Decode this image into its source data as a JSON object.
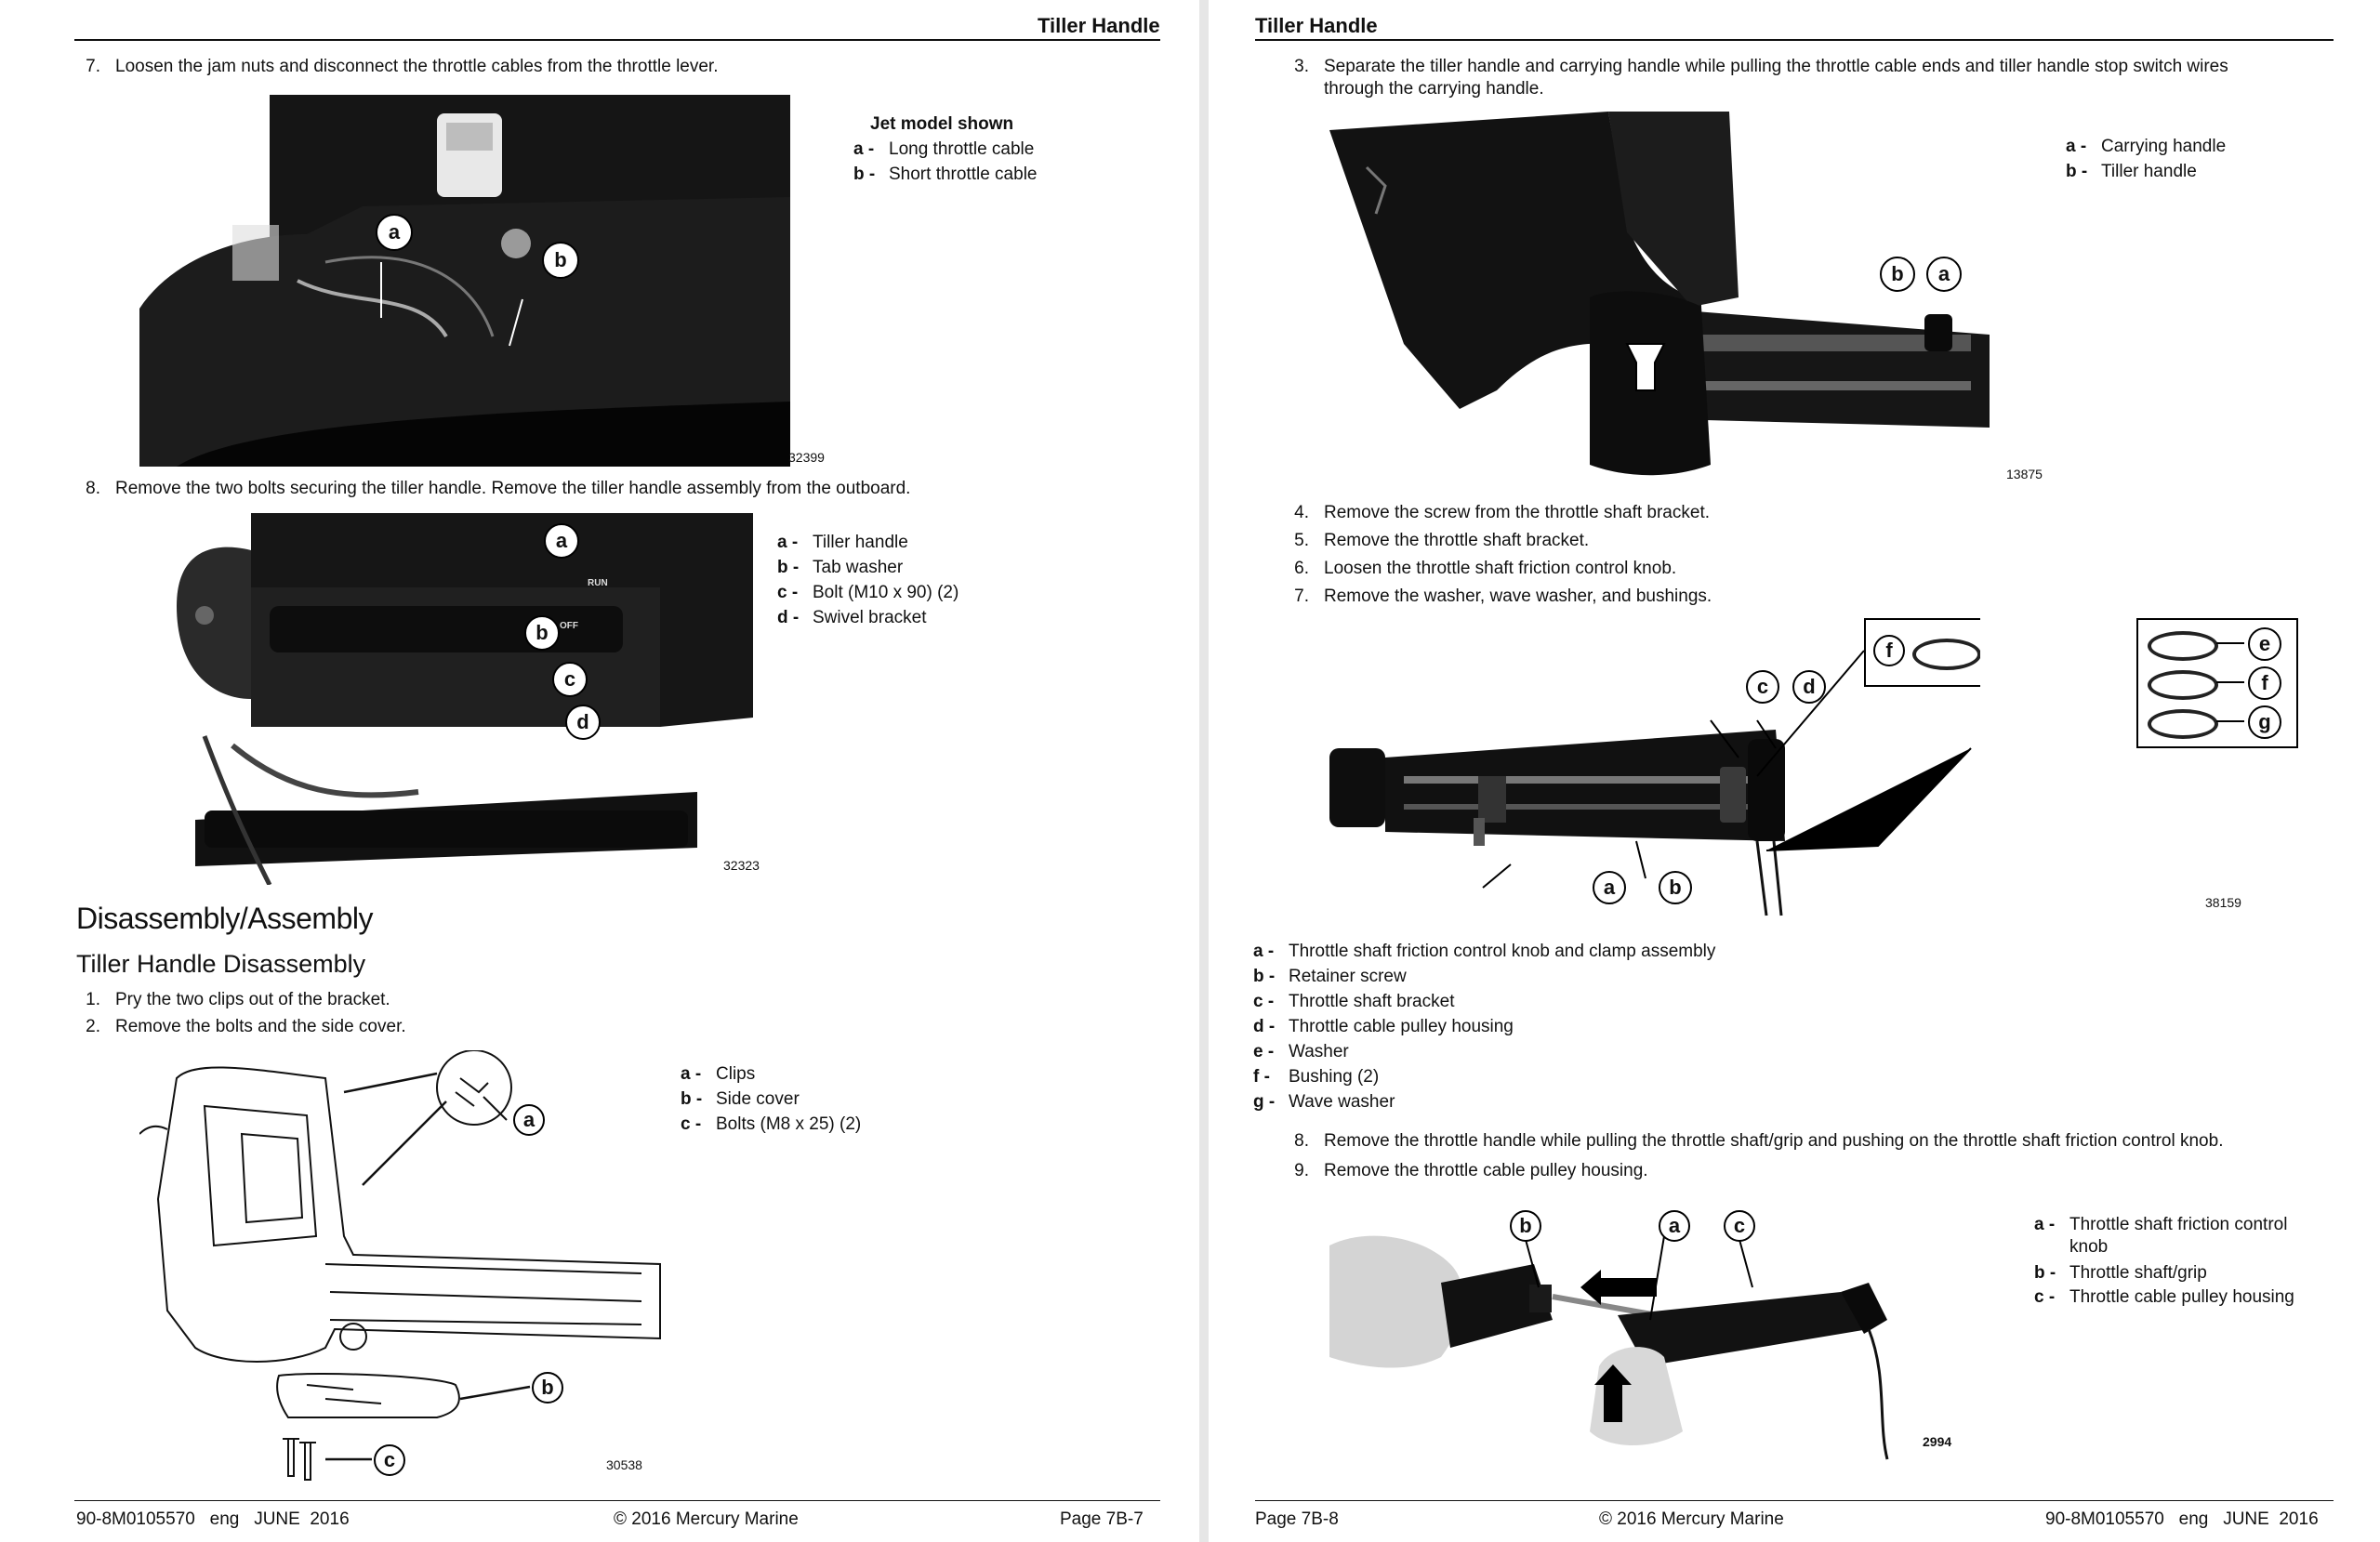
{
  "left": {
    "header": "Tiller Handle",
    "steps_top": [
      {
        "num": "7.",
        "text": "Loosen the jam nuts and disconnect the throttle cables from the throttle lever."
      },
      {
        "num": "8.",
        "text": "Remove the two bolts securing the tiller handle. Remove the tiller handle assembly from the outboard."
      }
    ],
    "fig1": {
      "number": "32399",
      "caption": "Jet model shown",
      "legend": [
        {
          "key": "a -",
          "text": "Long throttle cable"
        },
        {
          "key": "b -",
          "text": "Short throttle cable"
        }
      ]
    },
    "fig2": {
      "number": "32323",
      "legend": [
        {
          "key": "a -",
          "text": "Tiller handle"
        },
        {
          "key": "b -",
          "text": "Tab washer"
        },
        {
          "key": "c -",
          "text": "Bolt (M10 x 90) (2)"
        },
        {
          "key": "d -",
          "text": "Swivel bracket"
        }
      ]
    },
    "heading1": "Disassembly/Assembly",
    "heading2": "Tiller Handle Disassembly",
    "steps_bottom": [
      {
        "num": "1.",
        "text": "Pry the two clips out of the bracket."
      },
      {
        "num": "2.",
        "text": "Remove the bolts and the side cover."
      }
    ],
    "fig3": {
      "number": "30538",
      "legend": [
        {
          "key": "a -",
          "text": "Clips"
        },
        {
          "key": "b -",
          "text": "Side cover"
        },
        {
          "key": "c -",
          "text": "Bolts (M8 x 25) (2)"
        }
      ]
    },
    "footer": {
      "left": "90-8M0105570   eng   JUNE  2016",
      "center": "© 2016 Mercury Marine",
      "right": "Page 7B-7"
    }
  },
  "right": {
    "header": "Tiller Handle",
    "step3": {
      "num": "3.",
      "line1": "Separate the tiller handle and carrying handle while pulling the throttle cable ends and tiller handle stop switch wires",
      "line2": "through the carrying handle."
    },
    "fig4": {
      "number": "13875",
      "legend": [
        {
          "key": "a -",
          "text": "Carrying handle"
        },
        {
          "key": "b -",
          "text": "Tiller handle"
        }
      ]
    },
    "steps_mid": [
      {
        "num": "4.",
        "text": "Remove the screw from the throttle shaft bracket."
      },
      {
        "num": "5.",
        "text": "Remove the throttle shaft bracket."
      },
      {
        "num": "6.",
        "text": "Loosen the throttle shaft friction control knob."
      },
      {
        "num": "7.",
        "text": "Remove the washer, wave washer, and bushings."
      }
    ],
    "fig5": {
      "number": "38159",
      "legend": [
        {
          "key": "a -",
          "text": "Throttle shaft friction control knob and clamp assembly"
        },
        {
          "key": "b -",
          "text": "Retainer screw"
        },
        {
          "key": "c -",
          "text": "Throttle shaft bracket"
        },
        {
          "key": "d -",
          "text": "Throttle cable pulley housing"
        },
        {
          "key": "e -",
          "text": "Washer"
        },
        {
          "key": "f -",
          "text": "Bushing (2)"
        },
        {
          "key": "g -",
          "text": "Wave washer"
        }
      ]
    },
    "steps_low": [
      {
        "num": "8.",
        "text": "Remove the throttle handle while pulling the throttle shaft/grip and pushing on the throttle shaft friction control knob."
      },
      {
        "num": "9.",
        "text": "Remove the throttle cable pulley housing."
      }
    ],
    "fig6": {
      "number": "2994",
      "legend": [
        {
          "key": "a -",
          "text": "Throttle shaft friction control knob"
        },
        {
          "key": "b -",
          "text": "Throttle shaft/grip"
        },
        {
          "key": "c -",
          "text": "Throttle cable pulley housing"
        }
      ]
    },
    "footer": {
      "left": "Page 7B-8",
      "center": "© 2016 Mercury Marine",
      "right": "90-8M0105570   eng   JUNE  2016"
    }
  },
  "callouts": {
    "a": "a",
    "b": "b",
    "c": "c",
    "d": "d",
    "e": "e",
    "f": "f",
    "g": "g"
  },
  "switch_labels": {
    "run": "RUN",
    "off": "OFF"
  }
}
